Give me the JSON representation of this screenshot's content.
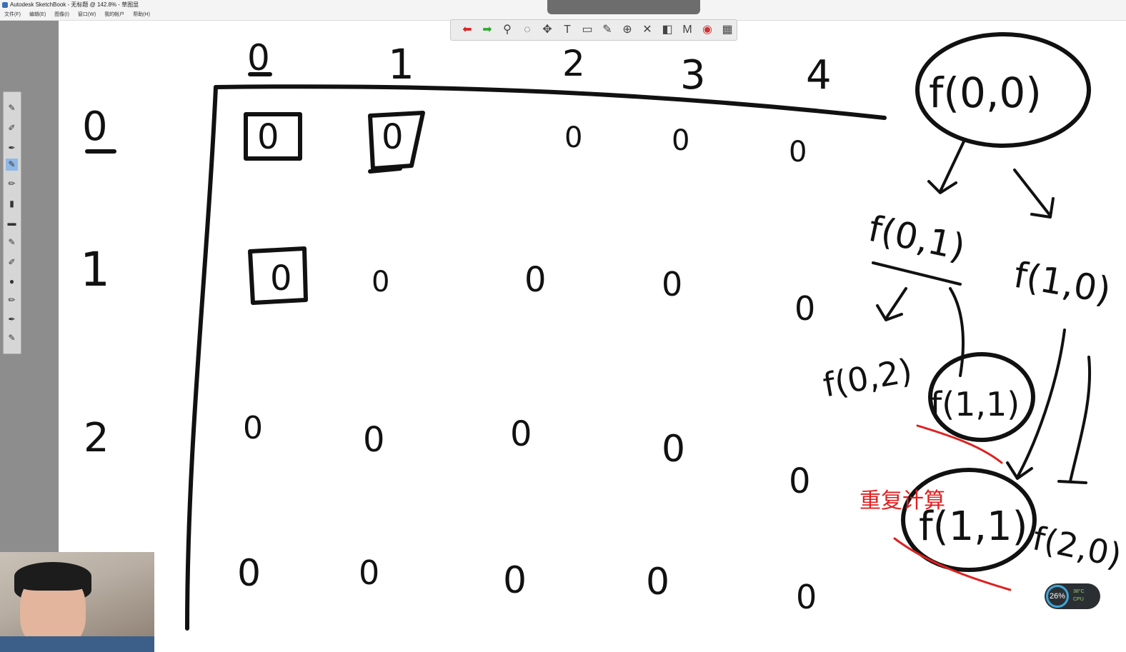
{
  "window": {
    "title": "Autodesk SketchBook - 无标题 @ 142.8% - 草图显",
    "menu": [
      "文件(F)",
      "编辑(E)",
      "图像(I)",
      "窗口(W)",
      "我的帐户",
      "帮助(H)"
    ]
  },
  "toolbar": {
    "tools": [
      "undo-icon",
      "redo-icon",
      "zoom-icon",
      "lasso-icon",
      "move-icon",
      "text-icon",
      "ruler-icon",
      "pen-icon",
      "symmetry-icon",
      "transform-icon",
      "fill-icon",
      "brush-icon",
      "color-wheel-icon",
      "layers-icon"
    ]
  },
  "canvas": {
    "col_headers": [
      "0",
      "1",
      "2",
      "3",
      "4"
    ],
    "row_headers": [
      "0",
      "1",
      "2"
    ],
    "grid_values": [
      [
        "0",
        "0",
        "0",
        "0",
        "0"
      ],
      [
        "0",
        "0",
        "0",
        "0",
        "0"
      ],
      [
        "0",
        "0",
        "0",
        "0",
        "0"
      ],
      [
        "0",
        "0",
        "0",
        "0",
        "0"
      ]
    ],
    "tree_nodes": {
      "root": "f(0,0)",
      "left": "f(0,1)",
      "right": "f(1,0)",
      "left_left": "f(0,2)",
      "shared_a": "f(1,1)",
      "shared_b": "f(1,1)",
      "right_right": "f(2,0)"
    },
    "annotation": "重复计算",
    "annotation_color": "#e02020"
  },
  "status_badge": {
    "cpu": "26%",
    "line1": "38°C",
    "line2": "CPU"
  }
}
